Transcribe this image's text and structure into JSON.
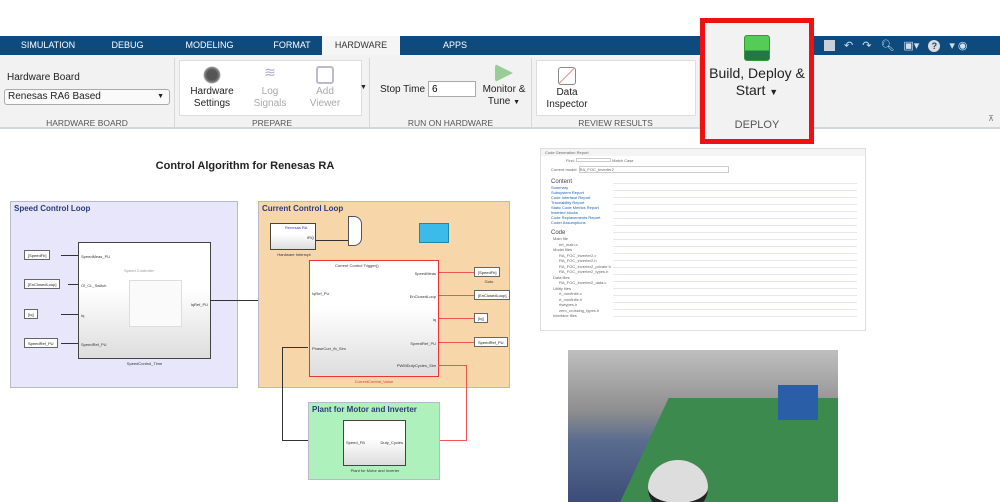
{
  "tabs": [
    {
      "label": "SIMULATION"
    },
    {
      "label": "DEBUG"
    },
    {
      "label": "MODELING"
    },
    {
      "label": "FORMAT"
    },
    {
      "label": "HARDWARE",
      "active": true
    },
    {
      "label": "APPS"
    }
  ],
  "ribbon": {
    "hardware_board": {
      "label": "Hardware Board",
      "value": "Renesas RA6 Based",
      "section": "HARDWARE BOARD"
    },
    "prepare": {
      "section": "PREPARE",
      "hardware_settings": "Hardware Settings",
      "log_signals": "Log Signals",
      "add_viewer": "Add Viewer"
    },
    "run": {
      "section": "RUN ON HARDWARE",
      "stop_time_label": "Stop Time",
      "stop_time_value": "6",
      "monitor_tune": "Monitor & Tune"
    },
    "review": {
      "section": "REVIEW RESULTS",
      "data_inspector": "Data Inspector"
    },
    "deploy": {
      "section": "DEPLOY",
      "build_deploy_start": "Build, Deploy & Start",
      "highlight_color": "#ee1111"
    }
  },
  "toolbar_icons": [
    "save-icon",
    "undo-icon",
    "redo-icon",
    "search-icon",
    "settings-icon",
    "help-icon",
    "menu-icon"
  ],
  "diagram": {
    "title": "Control Algorithm for Renesas RA",
    "speed_loop": {
      "title": "Speed Control Loop",
      "inputs": [
        "[SpeedFb]",
        "[EnClosedLoop]",
        "[Iq]",
        "SpeedRef_PU"
      ],
      "ports_in": [
        "SpeedMeas_PU",
        "Ol_CL_Switch",
        "Iq",
        "SpeedRef_PU"
      ],
      "port_out": "IqRef_PU",
      "block_inner": "Speed Controller",
      "block_name": "SpeedControl_Time"
    },
    "current_loop": {
      "title": "Current Control Loop",
      "hw_interrupt": "Hardware Interrupt",
      "hw_label": "Renesas RA",
      "irq": "IRQ",
      "trigger": "Current Control Trigger()",
      "ports_in": [
        "IqRef_PU",
        "PhaseCurr_fb_Sim"
      ],
      "ports_out": [
        "SpeedMeas",
        "EnClosedLoop",
        "Iq",
        "SpeedRef_PU",
        "PWMDutyCycles_Sim"
      ],
      "outputs": [
        "[SpeedFb]",
        "[EnClosedLoop]",
        "[Iq]",
        "SpeedRef_PU"
      ],
      "goto": "Goto",
      "block_name": "CurrentControl_Value"
    },
    "plant": {
      "title": "Plant for Motor and Inverter",
      "port_in": "Speed_FB",
      "port_out": "Duty_Cycles",
      "block_name": "Plant for Motor and Inverter"
    }
  },
  "report": {
    "title": "Code Generation Report",
    "find": "Find:",
    "match_case": "Match Case",
    "current_model_label": "Current model:",
    "current_model": "RA_FOC_Inverter2",
    "content_heading": "Content",
    "content_links": [
      "Summary",
      "Subsystem Report",
      "Code Interface Report",
      "Traceability Report",
      "Static Code Metrics Report",
      "Inserted blocks",
      "Code Replacements Report",
      "Coder Assumptions"
    ],
    "code_heading": "Code",
    "code_files": [
      "Main file",
      "ert_main.c",
      "Model files",
      "RA_FOC_Inverter2.c",
      "RA_FOC_Inverter2.h",
      "RA_FOC_Inverter2_private.h",
      "RA_FOC_Inverter2_types.h",
      "Data files",
      "RA_FOC_Inverter2_data.c",
      "Utility files",
      "rt_nonfinite.c",
      "rt_nonfinite.h",
      "rtwtypes.h",
      "zero_crossing_types.h",
      "Interface files"
    ]
  }
}
